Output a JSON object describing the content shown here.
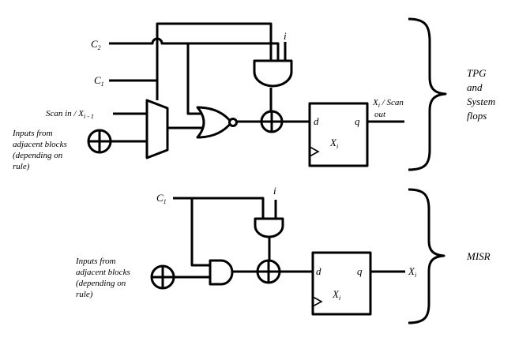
{
  "top_block": {
    "c2": "C",
    "c2_sub": "2",
    "c1": "C",
    "c1_sub": "1",
    "i": "i",
    "scan_in": "Scan in / X",
    "scan_in_sub": "i - 1",
    "inputs_lines": [
      "Inputs from",
      "adjacent blocks",
      "(depending on",
      "rule)"
    ],
    "ff_d": "d",
    "ff_q": "q",
    "ff_x": "X",
    "ff_x_sub": "i",
    "out_x": "X",
    "out_x_sub": "i",
    "out_scan": " / Scan",
    "out_tail": "out",
    "brace_lines": [
      "TPG",
      "and",
      "System",
      "flops"
    ]
  },
  "bottom_block": {
    "c1": "C",
    "c1_sub": "1",
    "i": "i",
    "inputs_lines": [
      "Inputs from",
      "adjacent blocks",
      "(depending on",
      "rule)"
    ],
    "ff_d": "d",
    "ff_q": "q",
    "ff_x": "X",
    "ff_x_sub": "i",
    "out_x": "X",
    "out_x_sub": "i",
    "brace_label": "MISR"
  }
}
